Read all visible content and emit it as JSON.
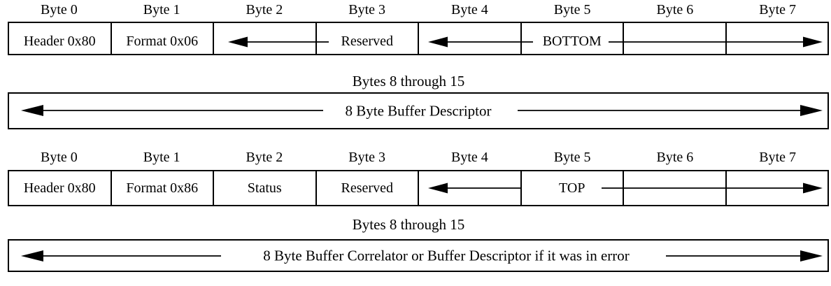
{
  "tables": [
    {
      "headers": [
        "Byte 0",
        "Byte 1",
        "Byte 2",
        "Byte 3",
        "Byte 4",
        "Byte 5",
        "Byte 6",
        "Byte 7"
      ],
      "cells": [
        "Header 0x80",
        "Format 0x06",
        "",
        "Reserved",
        "",
        "BOTTOM",
        "",
        ""
      ]
    },
    {
      "headers": [
        "Byte 0",
        "Byte 1",
        "Byte 2",
        "Byte 3",
        "Byte 4",
        "Byte 5",
        "Byte 6",
        "Byte 7"
      ],
      "cells": [
        "Header 0x80",
        "Format 0x86",
        "Status",
        "Reserved",
        "",
        "TOP",
        "",
        ""
      ]
    }
  ],
  "sections": [
    {
      "label": "Bytes 8 through 15",
      "content": "8 Byte Buffer Descriptor"
    },
    {
      "label": "Bytes 8 through 15",
      "content": "8 Byte Buffer Correlator or Buffer Descriptor if it was in error"
    }
  ],
  "colors": {
    "line": "#000000",
    "background": "#ffffff",
    "text": "#000000"
  }
}
